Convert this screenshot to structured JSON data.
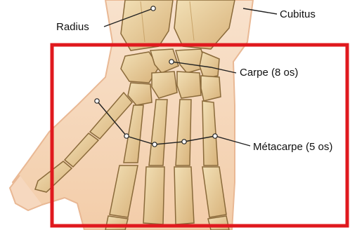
{
  "labels": {
    "radius": "Radius",
    "cubitus": "Cubitus",
    "carpe": "Carpe (8 os)",
    "metacarpe": "Métacarpe (5 os)"
  },
  "colors": {
    "highlight_frame": "#e0191e",
    "bone": "#e7cf9c",
    "bone_shadow": "#c9a46a",
    "bone_outline": "#8a6a3a",
    "skin": "#f6d8bf",
    "skin_edge": "#e9b894",
    "leader_line": "#222222",
    "marker": "#ffffff"
  },
  "icons": {
    "illustration": "hand-skeleton-illustration"
  }
}
